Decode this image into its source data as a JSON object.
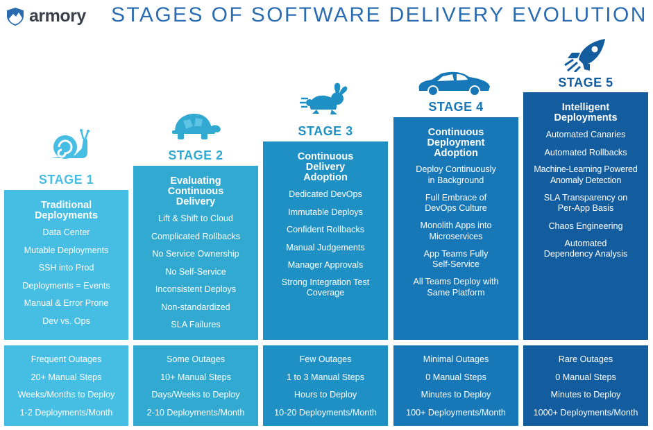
{
  "header": {
    "logo_text": "armory",
    "title": "STAGES OF SOFTWARE DELIVERY EVOLUTION"
  },
  "colors": {
    "stage1": "#46bde2",
    "stage2": "#31a9d1",
    "stage3": "#1f90c3",
    "stage4": "#1777b7",
    "stage5": "#135c9e",
    "title": "#2b6cb0"
  },
  "stages": [
    {
      "label": "STAGE 1",
      "icon": "snail-icon",
      "title": "Traditional Deployments",
      "items": [
        "Data Center",
        "Mutable Deployments",
        "SSH into Prod",
        "Deployments = Events",
        "Manual & Error Prone",
        "Dev vs. Ops"
      ],
      "outcomes": [
        "Frequent Outages",
        "20+ Manual Steps",
        "Weeks/Months to Deploy",
        "1-2 Deployments/Month"
      ]
    },
    {
      "label": "STAGE 2",
      "icon": "turtle-icon",
      "title": "Evaluating Continuous Delivery",
      "items": [
        "Lift & Shift to Cloud",
        "Complicated Rollbacks",
        "No Service Ownership",
        "No Self-Service",
        "Inconsistent Deploys",
        "Non-standardized",
        "SLA Failures"
      ],
      "outcomes": [
        "Some Outages",
        "10+ Manual Steps",
        "Days/Weeks to Deploy",
        "2-10 Deployments/Month"
      ]
    },
    {
      "label": "STAGE 3",
      "icon": "rabbit-icon",
      "title": "Continuous Delivery Adoption",
      "items": [
        "Dedicated DevOps",
        "Immutable Deploys",
        "Confident Rollbacks",
        "Manual Judgements",
        "Manager Approvals",
        "Strong Integration Test Coverage"
      ],
      "outcomes": [
        "Few Outages",
        "1 to 3 Manual Steps",
        "Hours to Deploy",
        "10-20 Deployments/Month"
      ]
    },
    {
      "label": "STAGE 4",
      "icon": "car-icon",
      "title": "Continuous Deployment Adoption",
      "items": [
        "Deploy Continuously in Background",
        "Full Embrace of DevOps Culture",
        "Monolith Apps into Microservices",
        "App Teams Fully Self-Service",
        "All Teams Deploy with Same Platform"
      ],
      "outcomes": [
        "Minimal Outages",
        "0 Manual Steps",
        "Minutes to Deploy",
        "100+ Deployments/Month"
      ]
    },
    {
      "label": "STAGE 5",
      "icon": "rocket-icon",
      "title": "Intelligent Deployments",
      "items": [
        "Automated Canaries",
        "Automated Rollbacks",
        "Machine-Learning Powered Anomaly Detection",
        "SLA Transparency on Per-App Basis",
        "Chaos Engineering",
        "Automated Dependency Analysis"
      ],
      "outcomes": [
        "Rare Outages",
        "0 Manual Steps",
        "Minutes to Deploy",
        "1000+ Deployments/Month"
      ]
    }
  ]
}
